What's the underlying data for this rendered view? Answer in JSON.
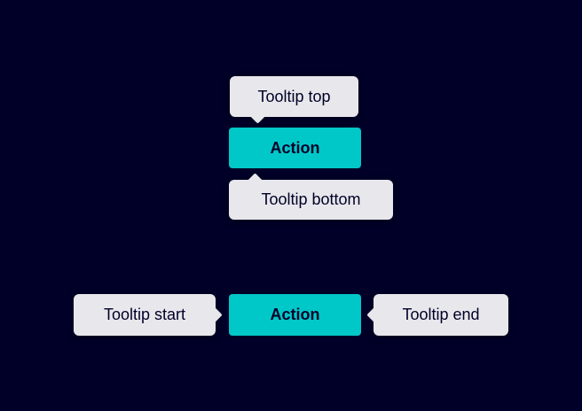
{
  "colors": {
    "background": "#000028",
    "tooltip_bg": "#e8e8ec",
    "action_bg": "#01c8c8",
    "text": "#000028"
  },
  "groups": {
    "vertical": {
      "tooltip_top": "Tooltip top",
      "action": "Action",
      "tooltip_bottom": "Tooltip bottom"
    },
    "horizontal": {
      "tooltip_start": "Tooltip start",
      "action": "Action",
      "tooltip_end": "Tooltip end"
    }
  }
}
